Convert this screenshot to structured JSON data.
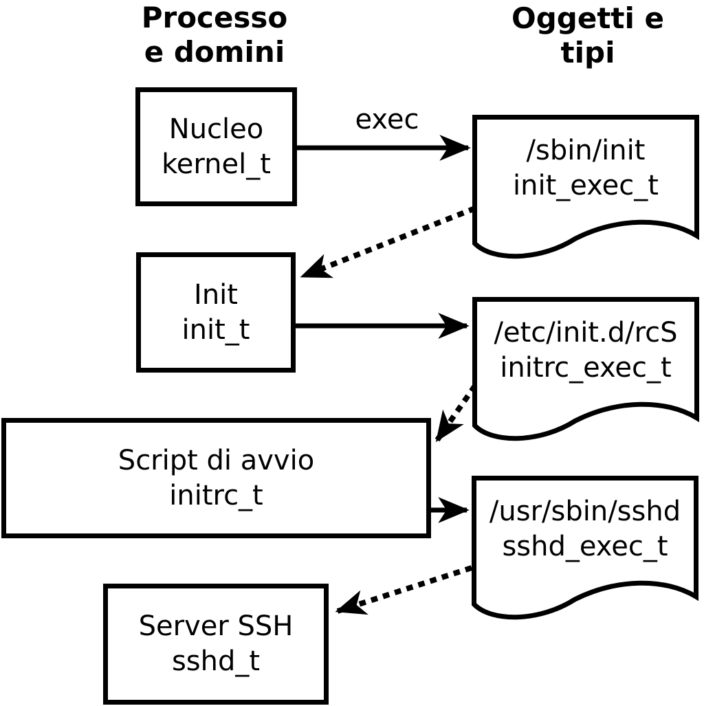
{
  "column_headers": {
    "left": {
      "line1": "Processo",
      "line2": "e domini"
    },
    "right": {
      "line1": "Oggetti e",
      "line2": "tipi"
    }
  },
  "process_nodes": [
    {
      "label": "Nucleo",
      "domain": "kernel_t"
    },
    {
      "label": "Init",
      "domain": "init_t"
    },
    {
      "label": "Script di avvio",
      "domain": "initrc_t"
    },
    {
      "label": "Server SSH",
      "domain": "sshd_t"
    }
  ],
  "object_nodes": [
    {
      "path": "/sbin/init",
      "type": "init_exec_t"
    },
    {
      "path": "/etc/init.d/rcS",
      "type": "initrc_exec_t"
    },
    {
      "path": "/usr/sbin/sshd",
      "type": "sshd_exec_t"
    }
  ],
  "edge_labels": {
    "exec": "exec"
  },
  "edges": [
    {
      "from": "kernel_t",
      "to": "init_exec_t",
      "style": "solid",
      "label": "exec"
    },
    {
      "from": "init_exec_t",
      "to": "init_t",
      "style": "dotted",
      "label": ""
    },
    {
      "from": "init_t",
      "to": "initrc_exec_t",
      "style": "solid",
      "label": ""
    },
    {
      "from": "initrc_exec_t",
      "to": "initrc_t",
      "style": "dotted",
      "label": ""
    },
    {
      "from": "initrc_t",
      "to": "sshd_exec_t",
      "style": "solid",
      "label": ""
    },
    {
      "from": "sshd_exec_t",
      "to": "sshd_t",
      "style": "dotted",
      "label": ""
    }
  ],
  "colors": {
    "stroke": "#000000",
    "fill": "#ffffff",
    "text": "#000000",
    "background": "#ffffff"
  }
}
